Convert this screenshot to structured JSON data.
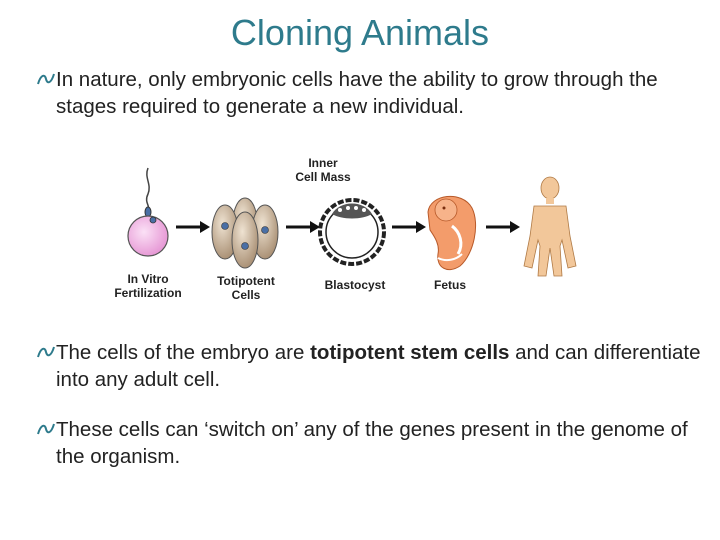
{
  "slide": {
    "title": "Cloning Animals"
  },
  "bullets": [
    {
      "text": "In nature, only embryonic cells have the ability to grow through the stages required to generate a new individual."
    },
    {
      "text_before": "The cells of the embryo are ",
      "bold": "totipotent stem cells",
      "text_after": " and can differentiate into any adult cell."
    },
    {
      "text": "These cells can ‘switch on’ any of the genes present in the genome of the organism."
    }
  ],
  "diagram": {
    "labels": {
      "ivf": "In Vitro\nFertilization",
      "totipotent": "Totipotent\nCells",
      "inner_cell_mass": "Inner\nCell Mass",
      "blastocyst": "Blastocyst",
      "fetus": "Fetus"
    }
  },
  "icons": {
    "bullet": "bullet-wave-icon",
    "arrow": "right-arrow-icon"
  },
  "colors": {
    "title": "#2e7b8c",
    "bullet_mark": "#2e7b8c",
    "egg": "#f2b6e6",
    "morula": "#c9b59c",
    "nucleus": "#4a6fa5",
    "fetus": "#f39c6b",
    "human": "#f2c79a"
  }
}
